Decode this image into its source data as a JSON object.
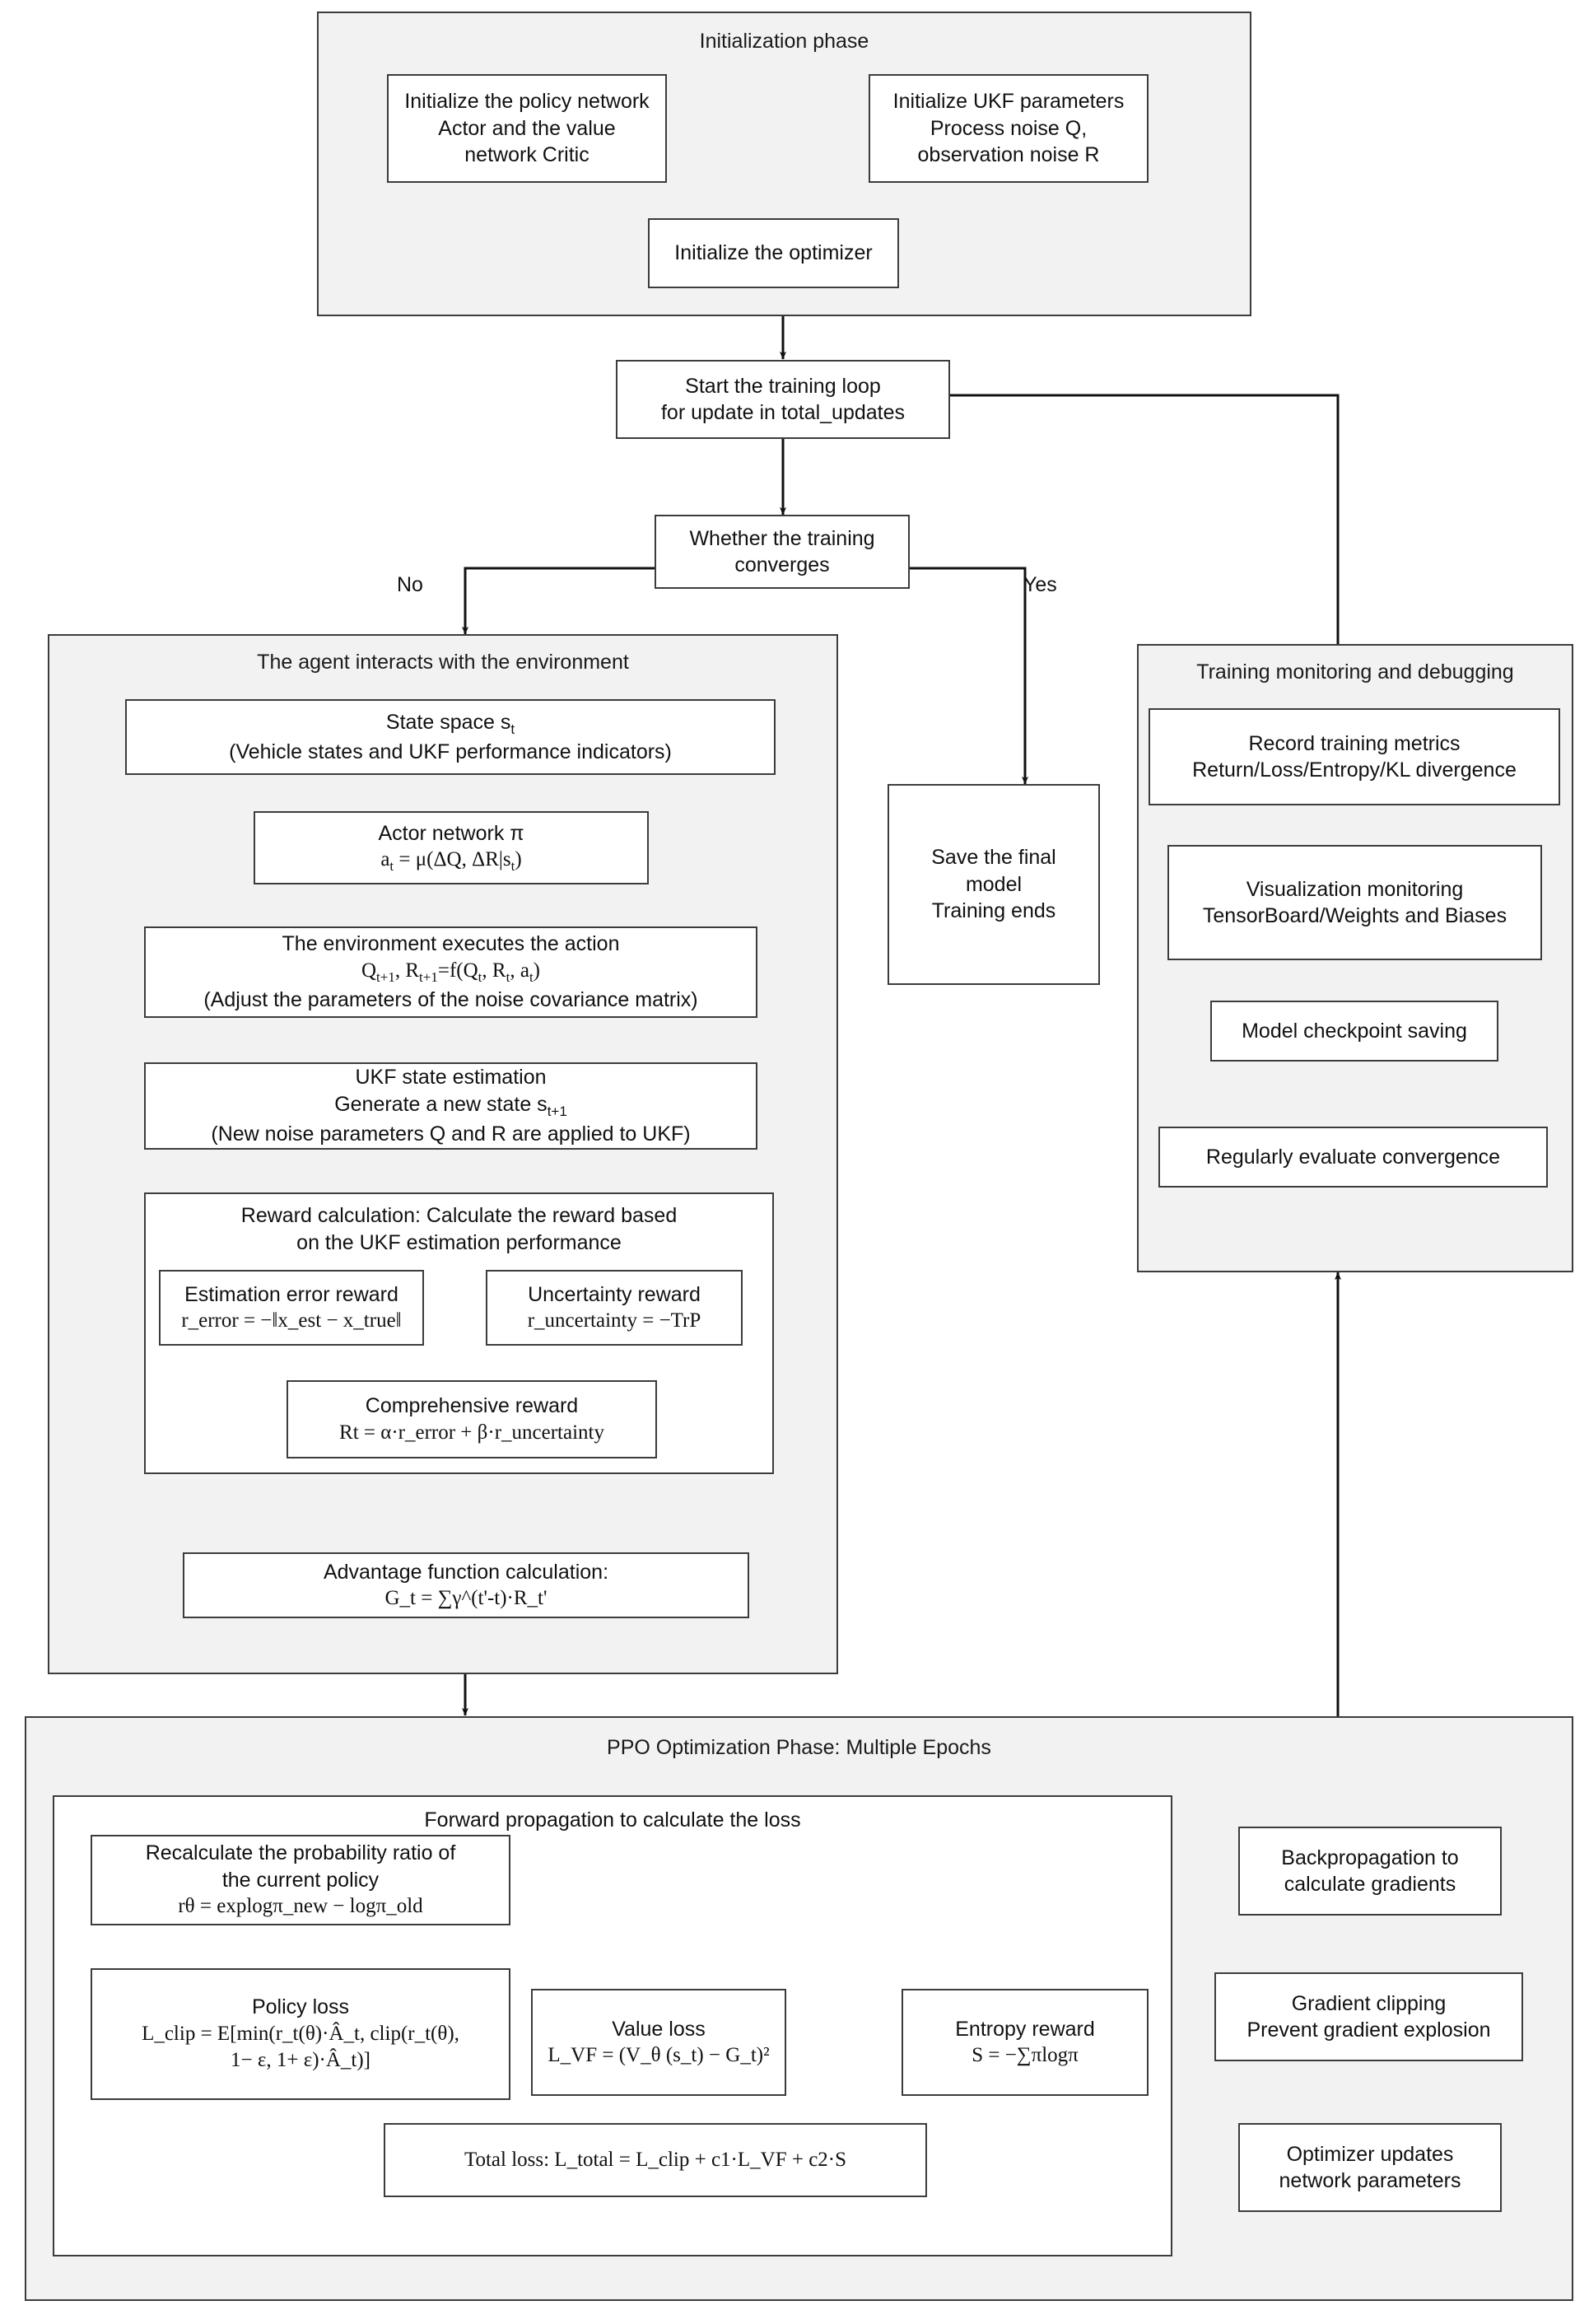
{
  "diagram": {
    "title": "PPO-UKF adaptive training flowchart",
    "colors": {
      "group_fill": "#f2f2f2",
      "node_fill": "#ffffff",
      "stroke": "#3c3c3c",
      "text": "#111111"
    }
  },
  "groups": {
    "initialization": {
      "title": "Initialization phase"
    },
    "agent_env": {
      "title": "The agent interacts with the environment"
    },
    "monitoring": {
      "title": "Training monitoring and debugging"
    },
    "ppo": {
      "title": "PPO Optimization Phase: Multiple Epochs"
    },
    "forward": {
      "title": "Forward propagation to calculate the loss"
    },
    "reward_calc": {
      "title_line1": "Reward calculation: Calculate the reward based",
      "title_line2": "on the UKF estimation performance"
    }
  },
  "nodes": {
    "init_policy": {
      "line1": "Initialize the policy network",
      "line2": "Actor and the value",
      "line3": "network Critic"
    },
    "init_ukf": {
      "line1": "Initialize UKF parameters",
      "line2": "Process noise Q,",
      "line3": "observation noise R"
    },
    "init_optimizer": {
      "line1": "Initialize the optimizer"
    },
    "start_loop": {
      "line1": "Start the training loop",
      "line2": "for update in total_updates"
    },
    "converge_check": {
      "line1": "Whether the training",
      "line2": "converges"
    },
    "save_model": {
      "line1": "Save the final",
      "line2": "model",
      "line3": "Training ends"
    },
    "state_space": {
      "line1": "State space s",
      "sub1": "t",
      "line2": "(Vehicle states and UKF performance indicators)"
    },
    "actor_network": {
      "line1": "Actor network π",
      "line2": "a",
      "sub2": "t",
      "line2b": " = μ(ΔQ,  ΔR|s",
      "sub2b": "t",
      "line2c": ")"
    },
    "env_exec": {
      "line1": "The environment executes the action",
      "line2a": "Q",
      "sub2a": "t+1",
      "line2b": ", R",
      "sub2b": "t+1",
      "line2c": "=f(Q",
      "sub2c": "t",
      "line2d": ", R",
      "sub2d": "t",
      "line2e": ", a",
      "sub2e": "t",
      "line2f": ")",
      "line3": "(Adjust the parameters of the noise covariance matrix)"
    },
    "ukf_estimation": {
      "line1": "UKF state estimation",
      "line2": "Generate a new state s",
      "sub2": "t+1",
      "line3": "(New noise parameters Q and R are applied to UKF)"
    },
    "est_error_reward": {
      "line1": "Estimation error reward",
      "line2": "r_error = −‖x_est − x_true‖"
    },
    "uncertainty_reward": {
      "line1": "Uncertainty reward",
      "line2": "r_uncertainty = −TrP"
    },
    "comprehensive_reward": {
      "line1": "Comprehensive reward",
      "line2": "Rt = α·r_error + β·r_uncertainty"
    },
    "advantage": {
      "line1": "Advantage function calculation:",
      "line2": "G_t = ∑γ^(t'-t)·R_t'"
    },
    "record_metrics": {
      "line1": "Record training metrics",
      "line2": "Return/Loss/Entropy/KL divergence"
    },
    "visualization": {
      "line1": "Visualization monitoring",
      "line2": "TensorBoard/Weights and Biases"
    },
    "checkpoint": {
      "line1": "Model checkpoint saving"
    },
    "evaluate_convergence": {
      "line1": "Regularly evaluate convergence"
    },
    "prob_ratio": {
      "line1": "Recalculate the probability ratio of",
      "line2": "the current policy",
      "line3": "rθ = explogπ_new − logπ_old"
    },
    "policy_loss": {
      "line1": "Policy loss",
      "line2": "L_clip = E[min(r_t(θ)·Â_t, clip(r_t(θ),",
      "line3": "1− ε, 1+ ε)·Â_t)]"
    },
    "value_loss": {
      "line1": "Value loss",
      "line2": "L_VF = (V_θ (s_t) − G_t)²"
    },
    "entropy_reward": {
      "line1": "Entropy reward",
      "line2": "S = −∑πlogπ"
    },
    "total_loss": {
      "line1": "Total loss: L_total = L_clip + c1·L_VF + c2·S"
    },
    "backprop": {
      "line1": "Backpropagation to",
      "line2": "calculate gradients"
    },
    "grad_clip": {
      "line1": "Gradient clipping",
      "line2": "Prevent gradient explosion"
    },
    "optimizer_update": {
      "line1": "Optimizer updates",
      "line2": "network parameters"
    }
  },
  "edge_labels": {
    "no": "No",
    "yes": "Yes"
  }
}
